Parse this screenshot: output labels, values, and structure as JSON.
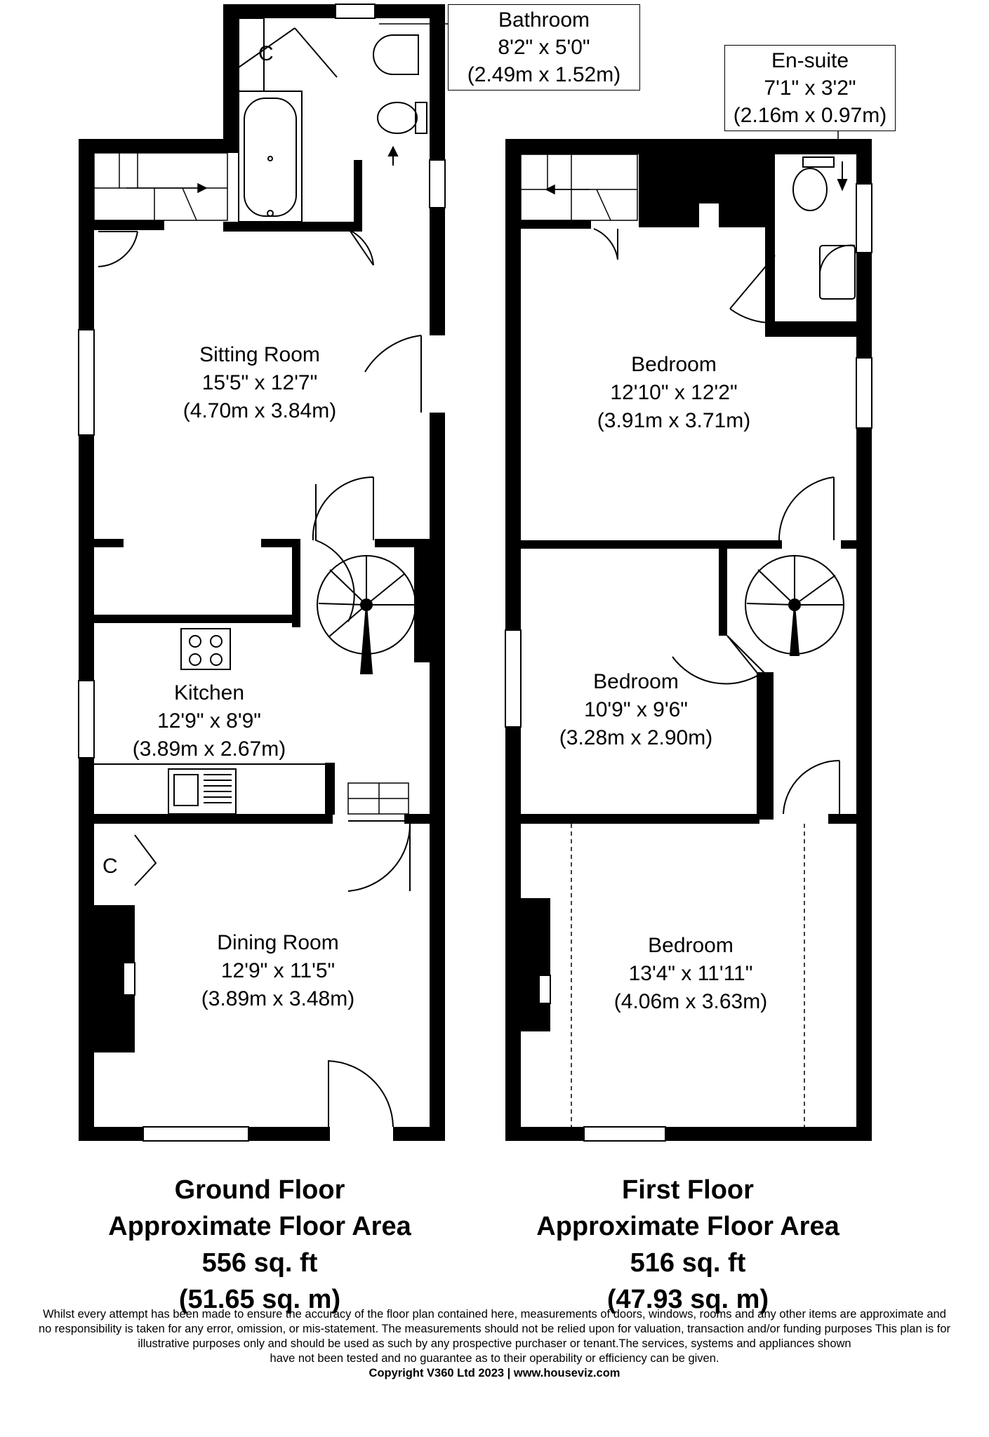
{
  "rooms": {
    "bathroom": {
      "name": "Bathroom",
      "imperial": "8'2\" x 5'0\"",
      "metric": "(2.49m x 1.52m)"
    },
    "ensuite": {
      "name": "En-suite",
      "imperial": "7'1\" x 3'2\"",
      "metric": "(2.16m x 0.97m)"
    },
    "sitting_room": {
      "name": "Sitting Room",
      "imperial": "15'5\" x 12'7\"",
      "metric": "(4.70m x 3.84m)"
    },
    "bedroom_1": {
      "name": "Bedroom",
      "imperial": "12'10\" x 12'2\"",
      "metric": "(3.91m x 3.71m)"
    },
    "kitchen": {
      "name": "Kitchen",
      "imperial": "12'9\" x 8'9\"",
      "metric": "(3.89m x 2.67m)"
    },
    "bedroom_2": {
      "name": "Bedroom",
      "imperial": "10'9\" x 9'6\"",
      "metric": "(3.28m x 2.90m)"
    },
    "dining_room": {
      "name": "Dining Room",
      "imperial": "12'9\" x 11'5\"",
      "metric": "(3.89m x 3.48m)"
    },
    "bedroom_3": {
      "name": "Bedroom",
      "imperial": "13'4\" x 11'11\"",
      "metric": "(4.06m x 3.63m)"
    }
  },
  "closets": {
    "bathroom": "C",
    "dining": "C"
  },
  "floors": {
    "ground": {
      "name": "Ground Floor",
      "area_label": "Approximate Floor Area",
      "sq_ft": "556 sq. ft",
      "sq_m": "(51.65 sq. m)"
    },
    "first": {
      "name": "First Floor",
      "area_label": "Approximate Floor Area",
      "sq_ft": "516 sq. ft",
      "sq_m": "(47.93 sq. m)"
    }
  },
  "disclaimer": {
    "line1": "Whilst every attempt has been made to ensure the accuracy of the floor plan contained here, measurements of doors, windows, rooms and any other items are approximate and",
    "line2": "no responsibility is taken for any error, omission, or mis-statement.  The measurements should not be relied upon for valuation, transaction and/or funding purposes This plan is for",
    "line3": "illustrative purposes only and should be used as such by any prospective purchaser or tenant.The services, systems and appliances shown",
    "line4": "have not been tested and no guarantee as to their operability or efficiency can be given.",
    "copyright": "Copyright V360 Ltd 2023 | www.houseviz.com"
  }
}
